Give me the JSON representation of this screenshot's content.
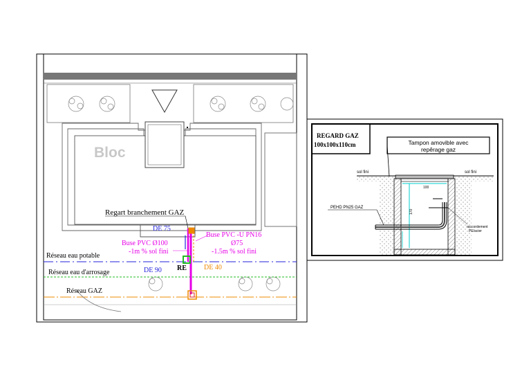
{
  "plan": {
    "bloc_label": "Bloc",
    "regard_label": "Regart branchement  GAZ",
    "de75": "DE 75",
    "buse_pvc_100_line1": "Buse PVC Ø100",
    "buse_pvc_100_line2": "-1m % sol fini",
    "buse_pvc_u_line1": "Buse PVC -U PN16",
    "buse_pvc_u_line2": "Ø75",
    "buse_pvc_u_line3": "-1.5m % sol fini",
    "reseau_eau_potable": "Réseau eau potable",
    "reseau_eau_arrosage": "Réseau eau d'arrosage",
    "reseau_gaz": "Réseau GAZ",
    "de90": "DE 90",
    "de40": "DE 40",
    "re_label": "RE"
  },
  "detail": {
    "title_line1": "REGARD GAZ",
    "title_line2": "100x100x110cm",
    "tampon_line1": "Tampon amovible avec",
    "tampon_line2": "repêrage gaz",
    "sol_fini_left": "sol fini",
    "sol_fini_right": "sol fini",
    "dim_100": "100",
    "dim_170": "170",
    "pehd_label": "PEHD PN25 GAZ",
    "raccord_line1": "raccordement",
    "raccord_line2": "PE/acier"
  },
  "colors": {
    "magenta": "#e600e6",
    "blue": "#2222dd",
    "green": "#22bb22",
    "orange": "#ee8800",
    "cyan": "#00cccc"
  }
}
